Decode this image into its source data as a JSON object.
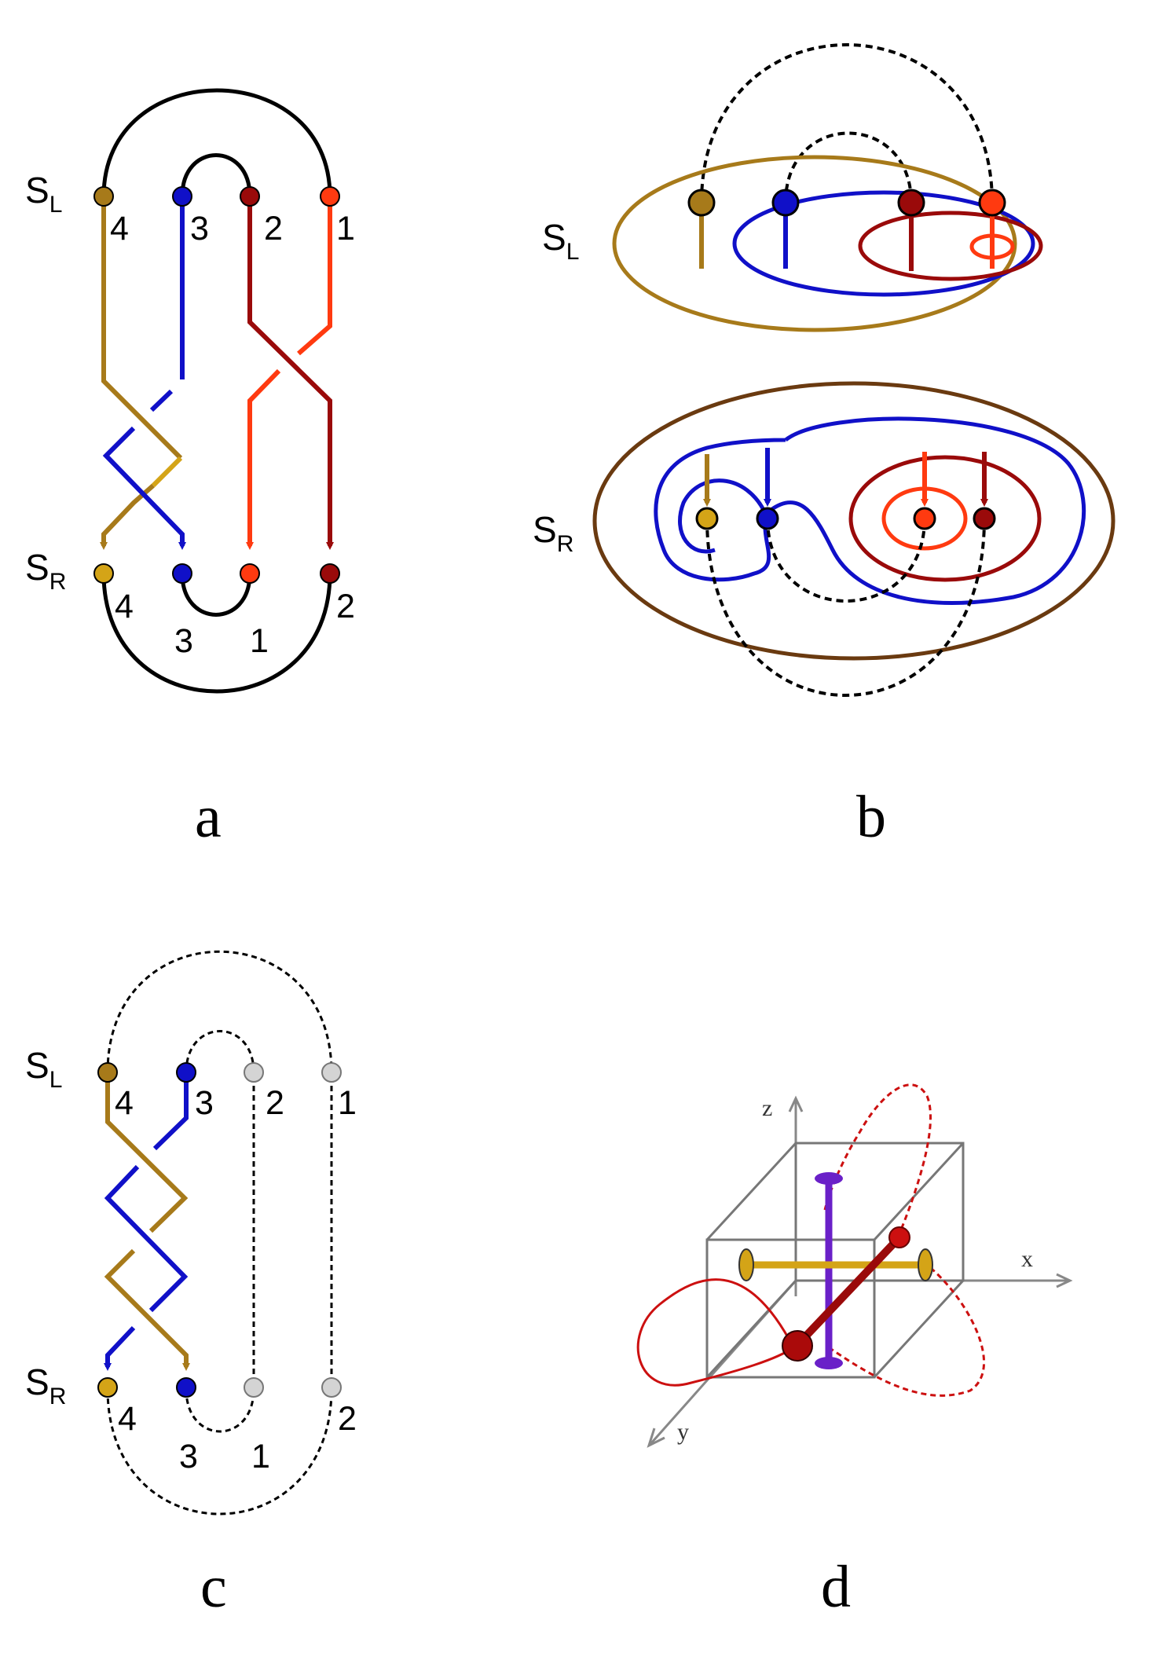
{
  "colors": {
    "gold_brown": "#a77a1a",
    "gold": "#d4a417",
    "blue": "#1010c8",
    "red": "#ff3a10",
    "dark_red": "#9a0a0a",
    "black": "#000000",
    "gray_node": "#d4d4d4",
    "purple": "#6a20c8",
    "box_gray": "#7a7a7a"
  },
  "panel_a": {
    "caption": "a",
    "top_sphere": {
      "letter": "S",
      "sub": "L"
    },
    "bottom_sphere": {
      "letter": "S",
      "sub": "R"
    },
    "top_numbers": [
      "4",
      "3",
      "2",
      "1"
    ],
    "bottom_numbers": [
      "4",
      "3",
      "1",
      "2"
    ]
  },
  "panel_b": {
    "caption": "b",
    "top_sphere": {
      "letter": "S",
      "sub": "L"
    },
    "bottom_sphere": {
      "letter": "S",
      "sub": "R"
    }
  },
  "panel_c": {
    "caption": "c",
    "top_sphere": {
      "letter": "S",
      "sub": "L"
    },
    "bottom_sphere": {
      "letter": "S",
      "sub": "R"
    },
    "top_numbers": [
      "4",
      "3",
      "2",
      "1"
    ],
    "bottom_numbers": [
      "4",
      "3",
      "1",
      "2"
    ]
  },
  "panel_d": {
    "caption": "d",
    "axes": {
      "x": "x",
      "y": "y",
      "z": "z"
    }
  }
}
